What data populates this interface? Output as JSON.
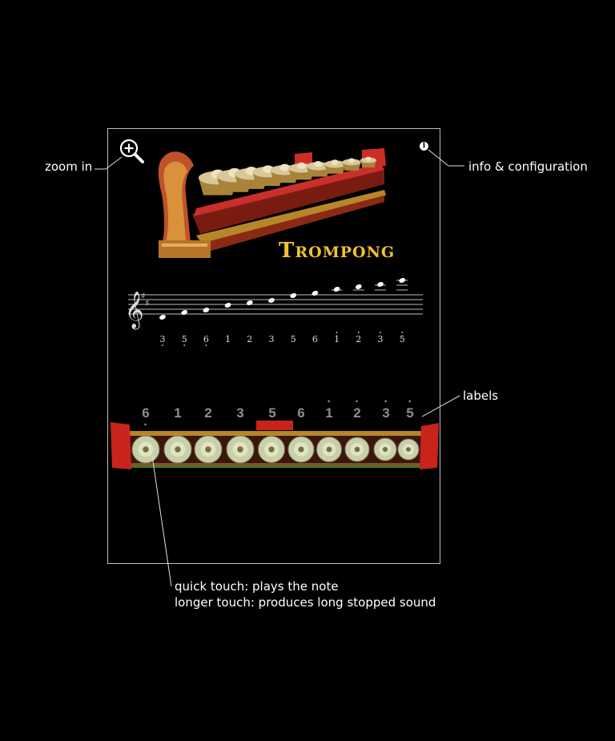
{
  "callouts": {
    "zoom": "zoom in",
    "info": "info & configuration",
    "labels": "labels",
    "touch_line1": "quick touch: plays the note",
    "touch_line2": "longer touch: produces long stopped sound"
  },
  "app": {
    "title_first": "T",
    "title_rest": "ROMPONG",
    "info_glyph": "i"
  },
  "icons": {
    "zoom": "zoom-in-magnifier-icon",
    "info": "info-icon",
    "clef": "treble-clef-icon"
  },
  "colors": {
    "title": "#f1c12f",
    "gong_label": "#8d8d8d",
    "frame": "#bdbdbd",
    "rack_red": "#c8241c",
    "gong_face": "#c9cfa9"
  },
  "staff": {
    "numbers": [
      {
        "text": "3",
        "dot": "bottom"
      },
      {
        "text": "5",
        "dot": "bottom"
      },
      {
        "text": "6",
        "dot": "bottom"
      },
      {
        "text": "1",
        "dot": ""
      },
      {
        "text": "2",
        "dot": ""
      },
      {
        "text": "3",
        "dot": ""
      },
      {
        "text": "5",
        "dot": ""
      },
      {
        "text": "6",
        "dot": ""
      },
      {
        "text": "1",
        "dot": "top"
      },
      {
        "text": "2",
        "dot": "top"
      },
      {
        "text": "3",
        "dot": "top"
      },
      {
        "text": "5",
        "dot": "top"
      }
    ]
  },
  "gongs": {
    "labels": [
      {
        "text": "6",
        "dot": "bottom"
      },
      {
        "text": "1",
        "dot": ""
      },
      {
        "text": "2",
        "dot": ""
      },
      {
        "text": "3",
        "dot": ""
      },
      {
        "text": "5",
        "dot": ""
      },
      {
        "text": "6",
        "dot": ""
      },
      {
        "text": "1",
        "dot": "top"
      },
      {
        "text": "2",
        "dot": "top"
      },
      {
        "text": "3",
        "dot": "top"
      },
      {
        "text": "5",
        "dot": "top"
      }
    ]
  }
}
